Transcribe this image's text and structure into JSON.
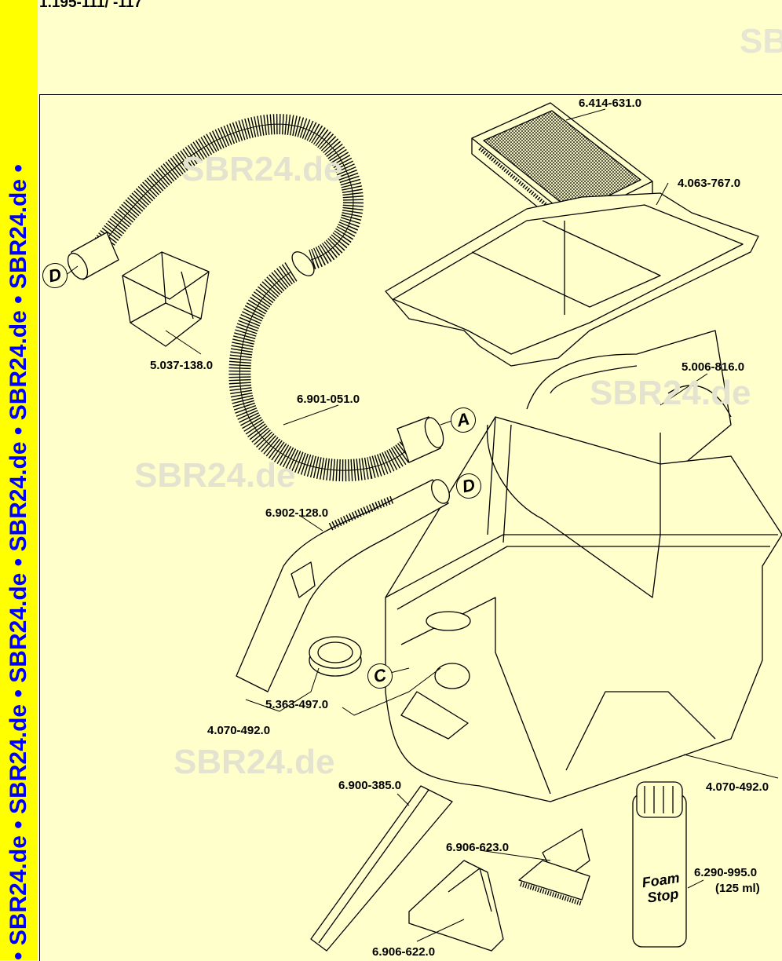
{
  "sidebar_text": "• SBR24.de • SBR24.de • SBR24.de • SBR24.de • SBR24.de • SBR24.de •",
  "doc_number": "1.195-111/ -117",
  "watermark_corner": "SB",
  "watermarks": [
    "SBR24.de",
    "SBR24.de",
    "SBR24.de",
    "SBR24.de"
  ],
  "part_labels": [
    "6.414-631.0",
    "4.063-767.0",
    "5.037-138.0",
    "5.006-816.0",
    "6.901-051.0",
    "6.902-128.0",
    "5.363-497.0",
    "4.070-492.0",
    "4.070-492.0",
    "6.900-385.0",
    "6.906-623.0",
    "6.290-995.0",
    "(125 ml)",
    "6.906-622.0"
  ],
  "connection_letters": [
    "D",
    "A",
    "D",
    "C"
  ],
  "bottle_text": [
    "Foam",
    "Stop"
  ]
}
